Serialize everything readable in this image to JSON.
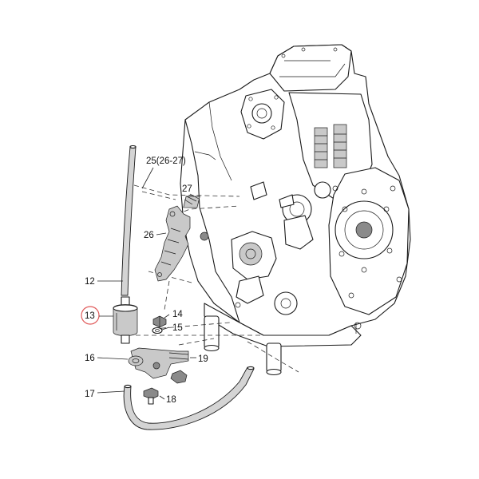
{
  "callouts": [
    {
      "id": "c25",
      "text": "25(26-27)"
    },
    {
      "id": "c27",
      "text": "27"
    },
    {
      "id": "c26",
      "text": "26"
    },
    {
      "id": "c12",
      "text": "12"
    },
    {
      "id": "c13",
      "text": "13",
      "highlighted": true
    },
    {
      "id": "c14",
      "text": "14"
    },
    {
      "id": "c15",
      "text": "15"
    },
    {
      "id": "c16",
      "text": "16"
    },
    {
      "id": "c19",
      "text": "19"
    },
    {
      "id": "c17",
      "text": "17"
    },
    {
      "id": "c18",
      "text": "18"
    }
  ],
  "colors": {
    "line": "#1a1a1a",
    "highlight_circle": "#e05a5a",
    "part_fill": "#c9c9c9",
    "background": "#ffffff"
  },
  "parts": [
    "engine-block",
    "fuel-filter",
    "fuel-hose-upper",
    "fuel-hose-lower",
    "filter-bracket",
    "mounting-plate",
    "spring",
    "bolts",
    "return-hose"
  ]
}
